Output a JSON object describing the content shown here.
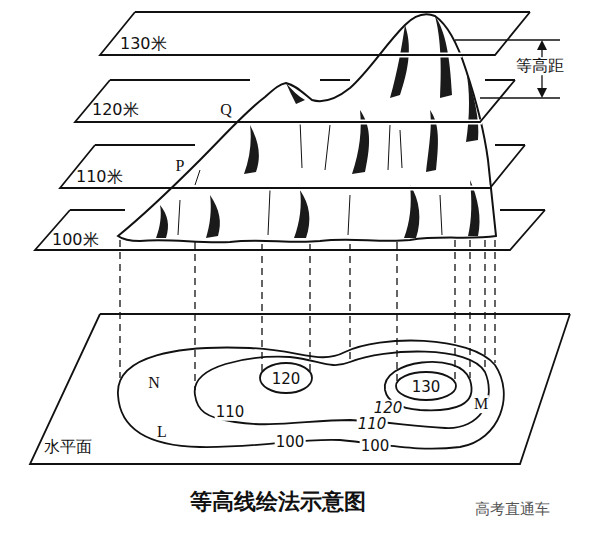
{
  "diagram": {
    "caption": "等高线绘法示意图",
    "nodes": [
      {
        "text": [
          "130米"
        ]
      },
      {
        "text": [
          "120米"
        ]
      },
      {
        "text": [
          "110米"
        ]
      },
      {
        "text": [
          "100米"
        ]
      },
      {
        "text": [
          "水平面"
        ]
      }
    ],
    "labels": [
      "等高距",
      "Q",
      "P",
      "N",
      "L",
      "M",
      "120",
      "130",
      "120",
      "110",
      "110",
      "100",
      "100",
      "高考直通车"
    ]
  }
}
